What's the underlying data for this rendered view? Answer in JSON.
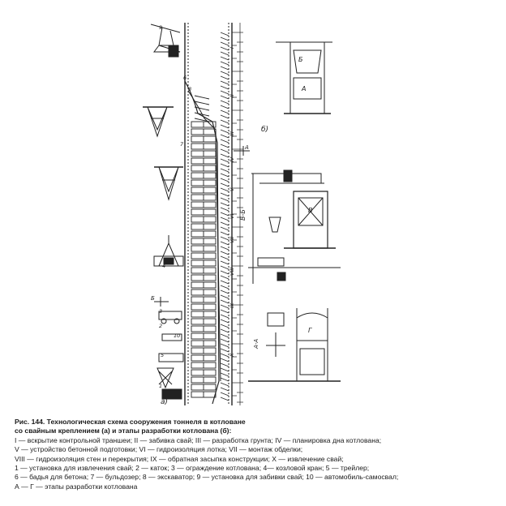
{
  "figure": {
    "panel_a_label": "а)",
    "panel_b_label": "б)",
    "section_label": "Б-Б",
    "section_aa": "А-А",
    "stage_letters": [
      "А",
      "Б",
      "В",
      "Г"
    ],
    "stage_roman": [
      "I",
      "II",
      "III",
      "IV",
      "V",
      "VI",
      "VII",
      "VIII",
      "IX",
      "X"
    ],
    "equipment_numbers": [
      "1",
      "2",
      "3",
      "4",
      "5",
      "6",
      "7",
      "8",
      "9",
      "10"
    ],
    "cut_marks": [
      "А",
      "Б"
    ]
  },
  "caption": {
    "title_line1": "Рис. 144. Технологическая схема сооружения тоннеля в котловане",
    "title_line2": "со свайным креплением (а) и этапы разработки котлована (б):",
    "lines": [
      "I — вскрытие контрольной траншеи; II — забивка свай; III — разработка грунта; IV — планировка дна котлована;",
      "V — устройство бетонной подготовки; VI — гидроизоляция лотка; VII — монтаж обделки;",
      "VIII — гидроизоляция стен и перекрытия; IX — обратная засыпка конструкции; X — извлечение свай;",
      "1 — установка для извлечения свай; 2 — каток; 3 — ограждение котлована; 4— козловой кран; 5 — трейлер;",
      "6 — бадья для бетона; 7 — бульдозер; 8 — экскаватор; 9 — установка для забивки свай; 10 — автомобиль-самосвал;",
      "А — Г — этапы разработки котлована"
    ]
  }
}
